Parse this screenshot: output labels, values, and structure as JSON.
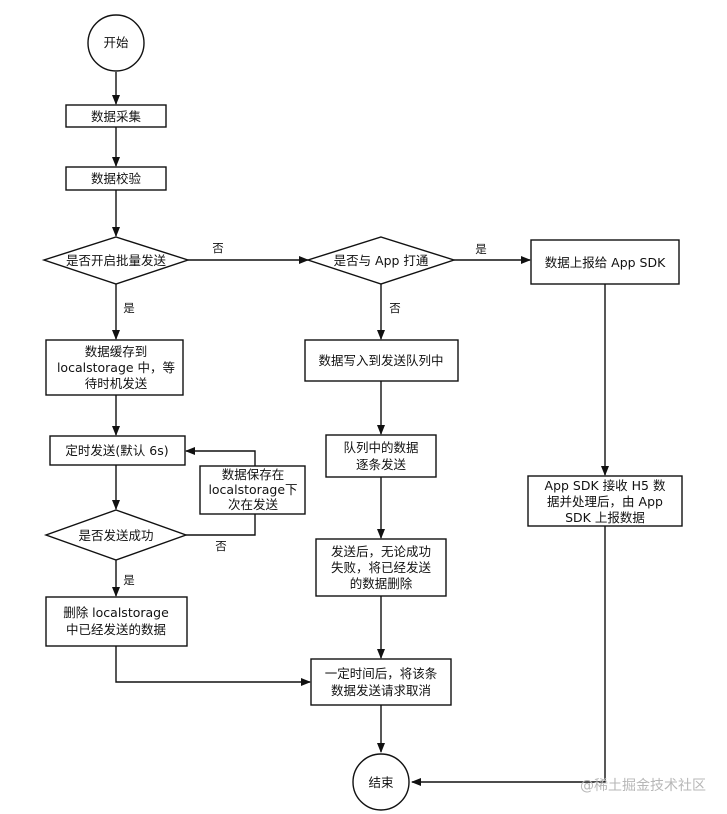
{
  "nodes": {
    "start": "开始",
    "collect": "数据采集",
    "validate": "数据校验",
    "batch_q": "是否开启批量发送",
    "app_q": "是否与 App 打通",
    "report_sdk": "数据上报给 App SDK",
    "cache": [
      "数据缓存到",
      "localstorage 中，等",
      "待时机发送"
    ],
    "queue_write": "数据写入到发送队列中",
    "timer": "定时发送(默认 6s)",
    "keep": [
      "数据保存在",
      "localstorage下",
      "次在发送"
    ],
    "queue_send": [
      "队列中的数据",
      "逐条发送"
    ],
    "sdk_recv": [
      "App SDK 接收 H5 数",
      "据并处理后，由 App",
      "SDK 上报数据"
    ],
    "success_q": "是否发送成功",
    "after_send": [
      "发送后，无论成功",
      "失败，将已经发送",
      "的数据删除"
    ],
    "delete": [
      "删除 localstorage",
      "中已经发送的数据"
    ],
    "cancel": [
      "一定时间后，将该条",
      "数据发送请求取消"
    ],
    "end": "结束"
  },
  "edge_labels": {
    "batch_no": "否",
    "batch_yes": "是",
    "app_yes": "是",
    "app_no": "否",
    "success_no": "否",
    "success_yes": "是"
  },
  "watermark": "@稀土掘金技术社区"
}
